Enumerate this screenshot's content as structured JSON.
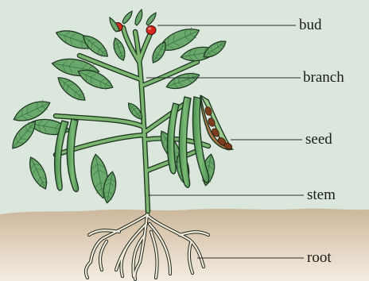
{
  "labels": {
    "bud": "bud",
    "branch": "branch",
    "seed": "seed",
    "stem": "stem",
    "root": "root"
  },
  "colors": {
    "background": "#dbe6dc",
    "soil": "#d8c6ae",
    "leaf": "#6aa86b",
    "leaf_vein": "#3f7a45",
    "stem": "#78b06e",
    "pod": "#5e9d5f",
    "seed": "#8a4a24",
    "bud": "#d8281e",
    "root": "#efe6d6",
    "outline": "#1f3a22",
    "leader": "#333333"
  }
}
